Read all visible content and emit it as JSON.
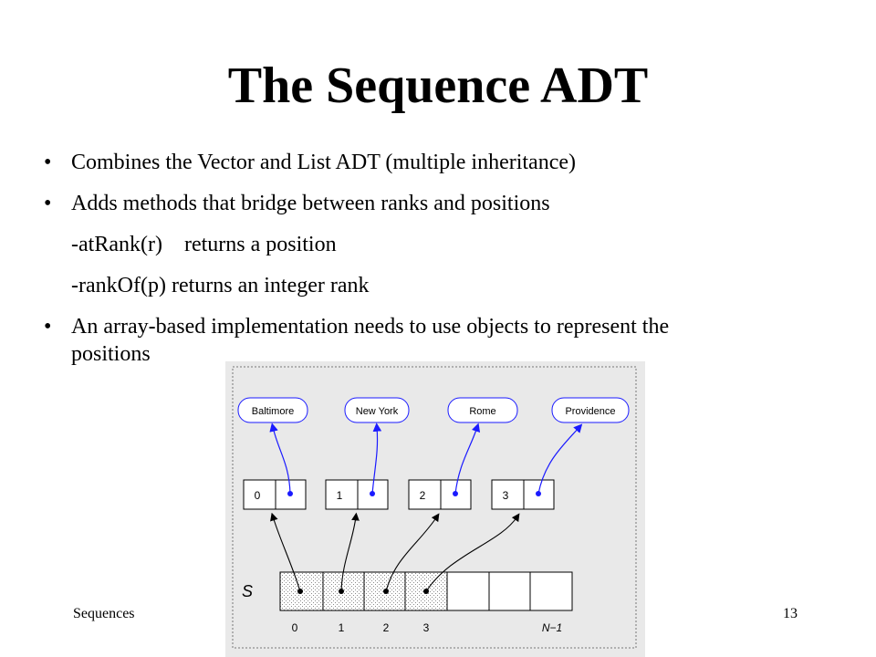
{
  "slide": {
    "title": "The Sequence ADT",
    "bullets": [
      "Combines the Vector and List ADT (multiple inheritance)",
      "Adds methods that bridge between ranks and positions"
    ],
    "sub_items": [
      "-atRank(r)    returns a position",
      "-rankOf(p) returns an integer rank"
    ],
    "bullet3_line1": "An array-based implementation needs to use objects to represent the",
    "bullet3_line2": "positions",
    "bullet_glyph": "•",
    "footer_left": "Sequences",
    "footer_right": "13"
  },
  "diagram": {
    "nodes": [
      "Baltimore",
      "New York",
      "Rome",
      "Providence"
    ],
    "position_ranks": [
      "0",
      "1",
      "2",
      "3"
    ],
    "array_label": "S",
    "index_labels": [
      "0",
      "1",
      "2",
      "3",
      "N−1"
    ],
    "colors": {
      "link": "#1a1aff",
      "node_border": "#1a1aff",
      "background": "#e9e9e9",
      "stipple": "#9a9a9a"
    }
  }
}
